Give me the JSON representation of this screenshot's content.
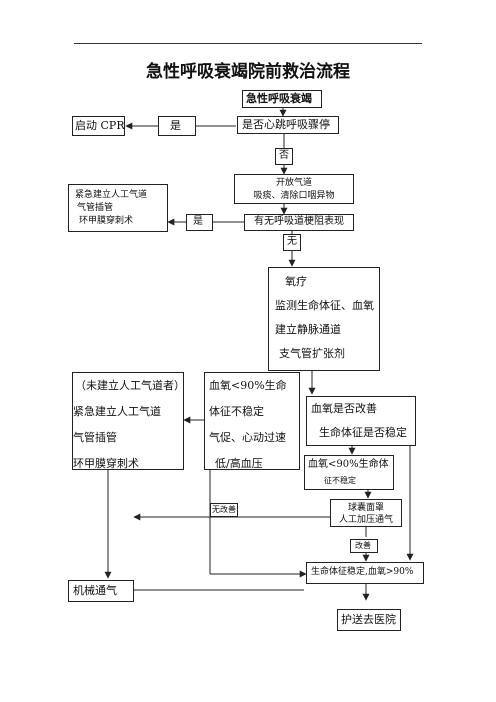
{
  "document": {
    "title": "急性呼吸衰竭院前救治流程"
  },
  "nodes": {
    "start": "急性呼吸衰竭",
    "q_heart": "是否心跳呼吸骤停",
    "cpr": "启动 CPR",
    "yes_1": "是",
    "no_1": "否",
    "airway_lines": [
      "开放气道",
      "吸痰、清除口咽异物"
    ],
    "q_obstruct": "有无呼吸道梗阻表现",
    "yes_2": "是",
    "no_2": "无",
    "emergency_airway_lines": [
      "紧急建立人工气道",
      "气管插管",
      "环甲膜穿刺术"
    ],
    "treatment_lines": [
      "氧疗",
      "监测生命体征、血氧",
      "建立静脉通道",
      "支气管扩张剂"
    ],
    "left_box_lines": [
      "（未建立人工气道者）",
      "紧急建立人工气道",
      "气管插管",
      "环甲膜穿刺术"
    ],
    "mid_lines": [
      "血氧<90%生命",
      "体征不稳定",
      "气促、心动过速",
      "低/高血压"
    ],
    "improve_q_lines": [
      "血氧是否改善",
      "生命体征是否稳定"
    ],
    "spo2_lines": [
      "血氧<90%生命体",
      "征不稳定"
    ],
    "bag_lines": [
      "球囊面罩",
      "人工加压通气"
    ],
    "no_improve": "无改善",
    "improve": "改善",
    "stable": "生命体征稳定,血氧>90%",
    "mech_vent": "机械通气",
    "transfer": "护送去医院"
  }
}
